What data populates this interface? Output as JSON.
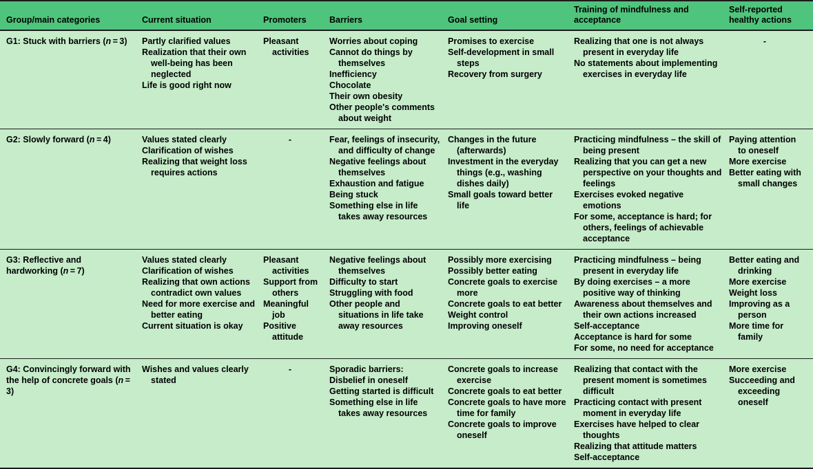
{
  "table": {
    "columns": [
      "Group/main categories",
      "Current situation",
      "Promoters",
      "Barriers",
      "Goal setting",
      "Training of mindfulness and acceptance",
      "Self-reported healthy actions"
    ],
    "colors": {
      "header_background": "#4fc47c",
      "body_background": "#c6ecca",
      "rule": "#1b1b1b",
      "text": "#000000"
    },
    "empty_marker": "-",
    "rows": [
      {
        "group": "G1: Stuck with barriers (n = 3)",
        "group_label": "G1: Stuck with barriers",
        "group_n": "(n = 3)",
        "current_situation": [
          "Partly clarified values",
          "Realization that their own well-being has been neglected",
          "Life is good right now"
        ],
        "promoters": [
          "Pleasant activities"
        ],
        "barriers": [
          "Worries about coping",
          "Cannot do things by themselves",
          "Inefficiency",
          "Chocolate",
          "Their own obesity",
          "Other people's comments about weight"
        ],
        "goal_setting": [
          "Promises to exercise",
          "Self-development in small steps",
          "Recovery from surgery"
        ],
        "training": [
          "Realizing that one is not always present in everyday life",
          "No statements about implementing exercises in everyday life"
        ],
        "healthy_actions": [
          "-"
        ]
      },
      {
        "group": "G2: Slowly forward (n = 4)",
        "group_label": "G2: Slowly forward",
        "group_n": "(n = 4)",
        "current_situation": [
          "Values stated clearly",
          "Clarification of wishes",
          "Realizing that weight loss requires actions"
        ],
        "promoters": [
          "-"
        ],
        "barriers": [
          "Fear, feelings of insecurity, and difficulty of change",
          "Negative feelings about themselves",
          "Exhaustion and fatigue",
          "Being stuck",
          "Something else in life takes away resources"
        ],
        "goal_setting": [
          "Changes in the future (afterwards)",
          "Investment in the everyday things (e.g., washing dishes daily)",
          "Small goals toward better life"
        ],
        "training": [
          "Practicing mindfulness – the skill of being present",
          "Realizing that you can get a new perspective on your thoughts and feelings",
          "Exercises evoked negative emotions",
          "For some, acceptance is hard; for others, feelings of achievable acceptance"
        ],
        "healthy_actions": [
          "Paying attention to oneself",
          "More exercise",
          "Better eating with small changes"
        ]
      },
      {
        "group": "G3: Reflective and hardworking (n = 7)",
        "group_label": "G3: Reflective and hardworking",
        "group_n": "(n = 7)",
        "current_situation": [
          "Values stated clearly",
          "Clarification of wishes",
          "Realizing that own actions contradict own values",
          "Need for more exercise and better eating",
          "Current situation is okay"
        ],
        "promoters": [
          "Pleasant activities",
          "Support from others",
          "Meaningful job",
          "Positive attitude"
        ],
        "barriers": [
          "Negative feelings about themselves",
          "Difficulty to start",
          "Struggling with food",
          "Other people and situations in life take away resources"
        ],
        "goal_setting": [
          "Possibly more exercising",
          "Possibly better eating",
          "Concrete goals to exercise more",
          "Concrete goals to eat better",
          "Weight control",
          "Improving oneself"
        ],
        "training": [
          "Practicing mindfulness – being present in everyday life",
          "By doing exercises – a more positive way of thinking",
          "Awareness about themselves and their own actions increased",
          "Self-acceptance",
          "Acceptance is hard for some",
          "For some, no need for acceptance"
        ],
        "healthy_actions": [
          "Better eating and drinking",
          "More exercise",
          "Weight loss",
          "Improving as a person",
          "More time for family"
        ]
      },
      {
        "group": "G4: Convincingly forward with the help of concrete goals (n = 3)",
        "group_label": "G4: Convincingly forward with the help of concrete goals",
        "group_n": "(n = 3)",
        "current_situation": [
          "Wishes and values clearly stated"
        ],
        "promoters": [
          "-"
        ],
        "barriers": [
          "Sporadic barriers:",
          "Disbelief in oneself",
          "Getting started is difficult",
          "Something else in life takes away resources"
        ],
        "goal_setting": [
          "Concrete goals to increase exercise",
          "Concrete goals to eat better",
          "Concrete goals to have more time for family",
          "Concrete goals to improve oneself"
        ],
        "training": [
          "Realizing that contact with the present moment is sometimes difficult",
          "Practicing contact with present moment in everyday life",
          "Exercises have helped to clear thoughts",
          "Realizing that attitude matters",
          "Self-acceptance"
        ],
        "healthy_actions": [
          "More exercise",
          "Succeeding and exceeding oneself"
        ]
      }
    ]
  }
}
